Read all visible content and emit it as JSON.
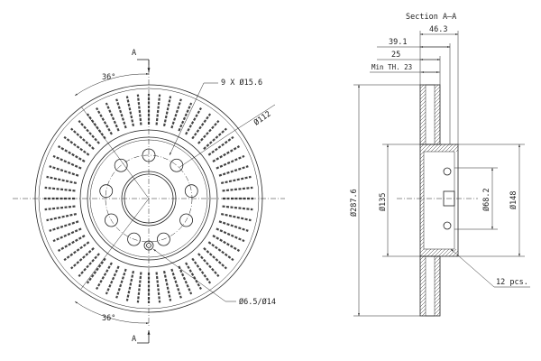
{
  "front_view": {
    "section_mark_top": "A",
    "section_mark_bottom": "A",
    "angle_top": "36°",
    "angle_bottom": "36°",
    "holes_callout": "9 X Ø15.6",
    "pcd_label": "Ø112",
    "small_hole_callout": "Ø6.5/Ø14",
    "rim_slots": 60
  },
  "section_view": {
    "title": "Section A–A",
    "dim_total_width": "46.3",
    "dim_hat_depth": "39.1",
    "dim_thickness": "25",
    "dim_min_thickness": "Min TH. 23",
    "dim_outer_dia": "Ø287.6",
    "dim_hat_dia": "Ø135",
    "dim_bore_dia": "Ø68.2",
    "dim_hub_dia": "Ø148",
    "vanes_callout": "12 pcs."
  }
}
